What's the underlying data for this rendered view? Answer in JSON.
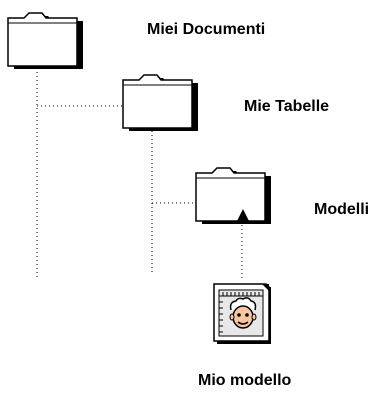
{
  "folders": [
    {
      "id": "miei-documenti",
      "label": "Miei Documenti",
      "icon": "folder-icon"
    },
    {
      "id": "mie-tabelle",
      "label": "Mie Tabelle",
      "icon": "folder-icon"
    },
    {
      "id": "modelli",
      "label": "Modelli",
      "icon": "folder-icon",
      "badge": "up-arrow-icon"
    }
  ],
  "file": {
    "label": "Mio modello",
    "icon": "template-document-icon"
  }
}
